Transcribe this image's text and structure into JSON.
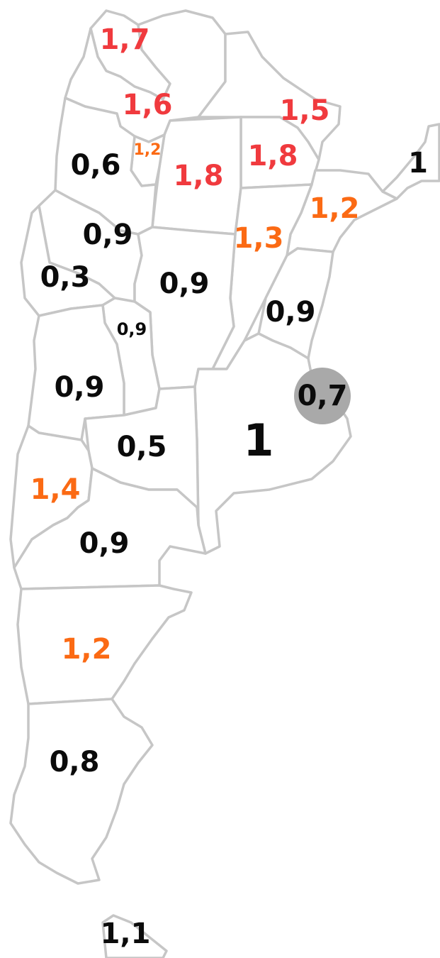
{
  "palette": {
    "high": "#f03a3e",
    "mid": "#fb6a14",
    "low": "#0b0b0b",
    "border": "#c6c6c6",
    "caba_circle": "#a9a9a9"
  },
  "provinces": [
    {
      "id": "jujuy",
      "value": "1,7",
      "tier": "high"
    },
    {
      "id": "salta",
      "value": "1,6",
      "tier": "high"
    },
    {
      "id": "formosa",
      "value": "1,5",
      "tier": "high"
    },
    {
      "id": "chaco",
      "value": "1,8",
      "tier": "high"
    },
    {
      "id": "santiago-del-estero",
      "value": "1,8",
      "tier": "high"
    },
    {
      "id": "misiones",
      "value": "1",
      "tier": "low"
    },
    {
      "id": "tucuman",
      "value": "1,2",
      "tier": "mid"
    },
    {
      "id": "catamarca",
      "value": "0,6",
      "tier": "low"
    },
    {
      "id": "corrientes",
      "value": "1,2",
      "tier": "mid"
    },
    {
      "id": "santa-fe",
      "value": "1,3",
      "tier": "mid"
    },
    {
      "id": "la-rioja",
      "value": "0,9",
      "tier": "low"
    },
    {
      "id": "san-juan",
      "value": "0,3",
      "tier": "low"
    },
    {
      "id": "cordoba",
      "value": "0,9",
      "tier": "low"
    },
    {
      "id": "entre-rios",
      "value": "0,9",
      "tier": "low"
    },
    {
      "id": "san-luis",
      "value": "0,9",
      "tier": "low"
    },
    {
      "id": "mendoza",
      "value": "0,9",
      "tier": "low"
    },
    {
      "id": "caba",
      "value": "0,7",
      "tier": "low"
    },
    {
      "id": "la-pampa",
      "value": "0,5",
      "tier": "low"
    },
    {
      "id": "buenos-aires",
      "value": "1",
      "tier": "low"
    },
    {
      "id": "neuquen",
      "value": "1,4",
      "tier": "mid"
    },
    {
      "id": "rio-negro",
      "value": "0,9",
      "tier": "low"
    },
    {
      "id": "chubut",
      "value": "1,2",
      "tier": "mid"
    },
    {
      "id": "santa-cruz",
      "value": "0,8",
      "tier": "low"
    },
    {
      "id": "tierra-del-fuego",
      "value": "1,1",
      "tier": "low"
    }
  ]
}
